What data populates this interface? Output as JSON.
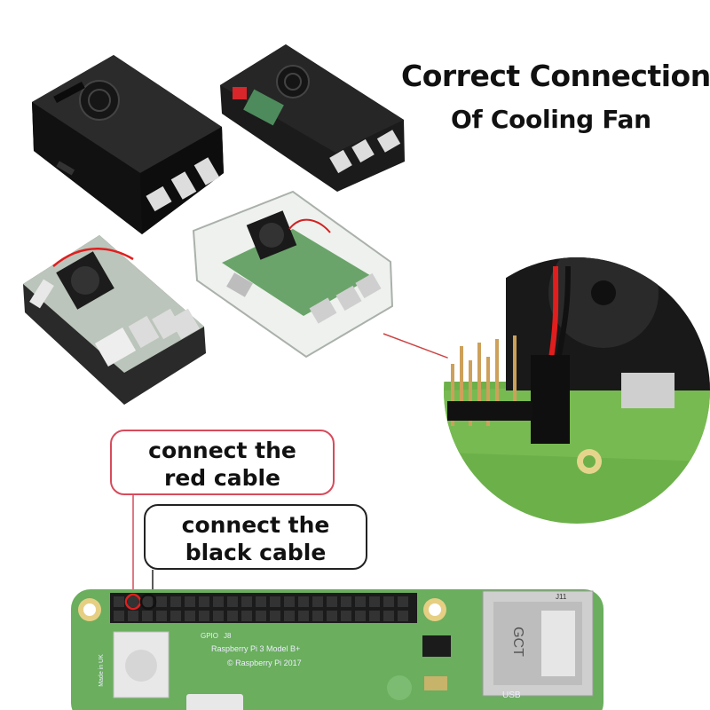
{
  "title": {
    "line1": "Correct Connection",
    "line2": "Of Cooling Fan"
  },
  "callouts": {
    "red": {
      "line1": "connect the",
      "line2": "red cable"
    },
    "black": {
      "line1": "connect the",
      "line2": "black cable"
    }
  },
  "board": {
    "model_text": "Raspberry Pi 3 Model B+",
    "copyright_text": "© Raspberry Pi 2017",
    "gpio_label": "GPIO",
    "j8_label": "J8",
    "usb_chip_text": "GCT",
    "j11_label": "J11",
    "usb_label": "USB",
    "made_in_text": "Made in UK"
  },
  "colors": {
    "red_wire": "#e01e1e",
    "black_case": "#161616",
    "pcb_green": "#5aa55a",
    "callout_red_border": "#d64b5b"
  }
}
